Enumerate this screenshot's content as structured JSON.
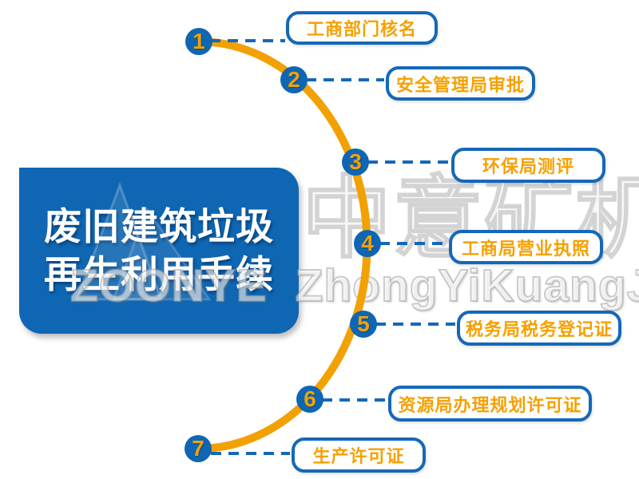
{
  "title": {
    "line1": "废旧建筑垃圾",
    "line2": "再生利用手续"
  },
  "watermark": {
    "bg_text": "中意矿机",
    "logo_text": "ZOONYE ZhongYiKuangJi"
  },
  "steps": [
    {
      "num": "1",
      "label": "工商部门核名"
    },
    {
      "num": "2",
      "label": "安全管理局审批"
    },
    {
      "num": "3",
      "label": "环保局测评"
    },
    {
      "num": "4",
      "label": "工商局营业执照"
    },
    {
      "num": "5",
      "label": "税务局税务登记证"
    },
    {
      "num": "6",
      "label": "资源局办理规划许可证"
    },
    {
      "num": "7",
      "label": "生产许可证"
    }
  ],
  "colors": {
    "blue_primary": "#0F66B2",
    "blue_border": "#1568B8",
    "arc_orange": "#F2A105",
    "label_orange": "#F6A000",
    "watermark_gray": "#CDCDCD"
  }
}
